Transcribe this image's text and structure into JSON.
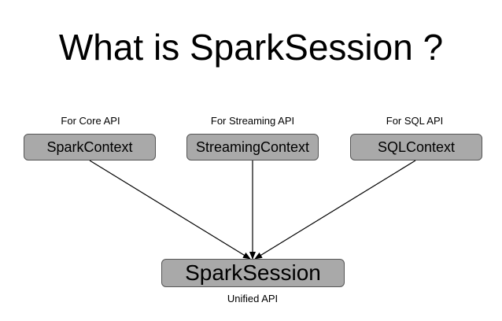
{
  "title": "What is SparkSession ?",
  "nodes": {
    "spark_context": {
      "label": "SparkContext",
      "caption": "For Core API"
    },
    "streaming_context": {
      "label": "StreamingContext",
      "caption": "For Streaming API"
    },
    "sql_context": {
      "label": "SQLContext",
      "caption": "For SQL API"
    },
    "spark_session": {
      "label": "SparkSession",
      "caption": "Unified API"
    }
  },
  "edges": [
    {
      "from": "SparkContext",
      "to": "SparkSession"
    },
    {
      "from": "StreamingContext",
      "to": "SparkSession"
    },
    {
      "from": "SQLContext",
      "to": "SparkSession"
    }
  ]
}
